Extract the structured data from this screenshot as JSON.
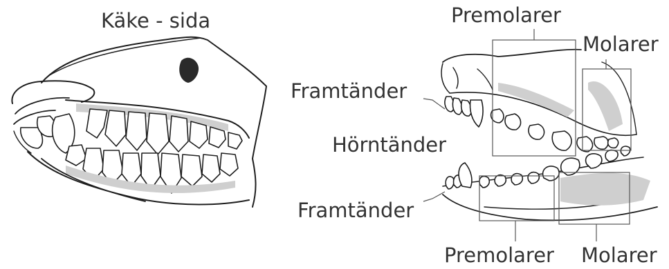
{
  "labels": {
    "side_view_title": "Käke - sida",
    "upper_premolars": "Premolarer",
    "upper_molars": "Molarer",
    "upper_incisors": "Framtänder",
    "canines": "Hörntänder",
    "lower_incisors": "Framtänder",
    "lower_premolars": "Premolarer",
    "lower_molars": "Molarer"
  }
}
